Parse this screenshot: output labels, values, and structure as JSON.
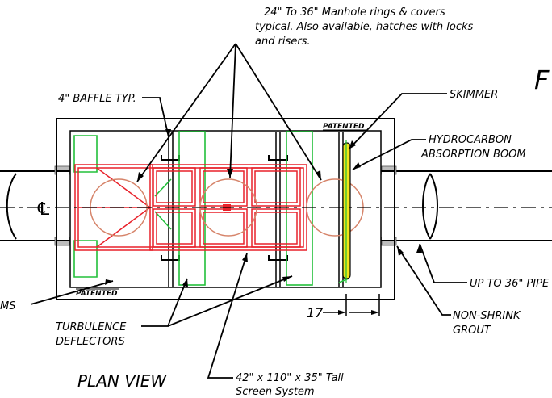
{
  "labels": {
    "manhole_line1": "24\" To 36\" Manhole rings & covers",
    "manhole_line2": "typical. Also available, hatches with locks",
    "manhole_line3": "and risers.",
    "baffle": "4\" BAFFLE TYP.",
    "skimmer": "SKIMMER",
    "hydrocarbon_line1": "HYDROCARBON",
    "hydrocarbon_line2": "ABSORPTION BOOM",
    "patented_top": "PATENTED",
    "patented_bottom": "PATENTED",
    "centerline": "℄",
    "pipe": "UP TO 36\" PIPE",
    "grout_line1": "NON-SHRINK",
    "grout_line2": "GROUT",
    "dimension": "17",
    "left_partial": "MS",
    "turbulence_line1": "TURBULENCE",
    "turbulence_line2": "DEFLECTORS",
    "plan_view": "PLAN VIEW",
    "screen_line1": "42\" x 110\" x 35\" Tall",
    "screen_line2": "Screen System",
    "title_partial": "F"
  },
  "colors": {
    "screen": "#e8212a",
    "deflector": "#22c03a",
    "boom_fill": "#f2e51a",
    "manhole": "#d6846a",
    "line": "#000000",
    "grout": "#888888"
  }
}
